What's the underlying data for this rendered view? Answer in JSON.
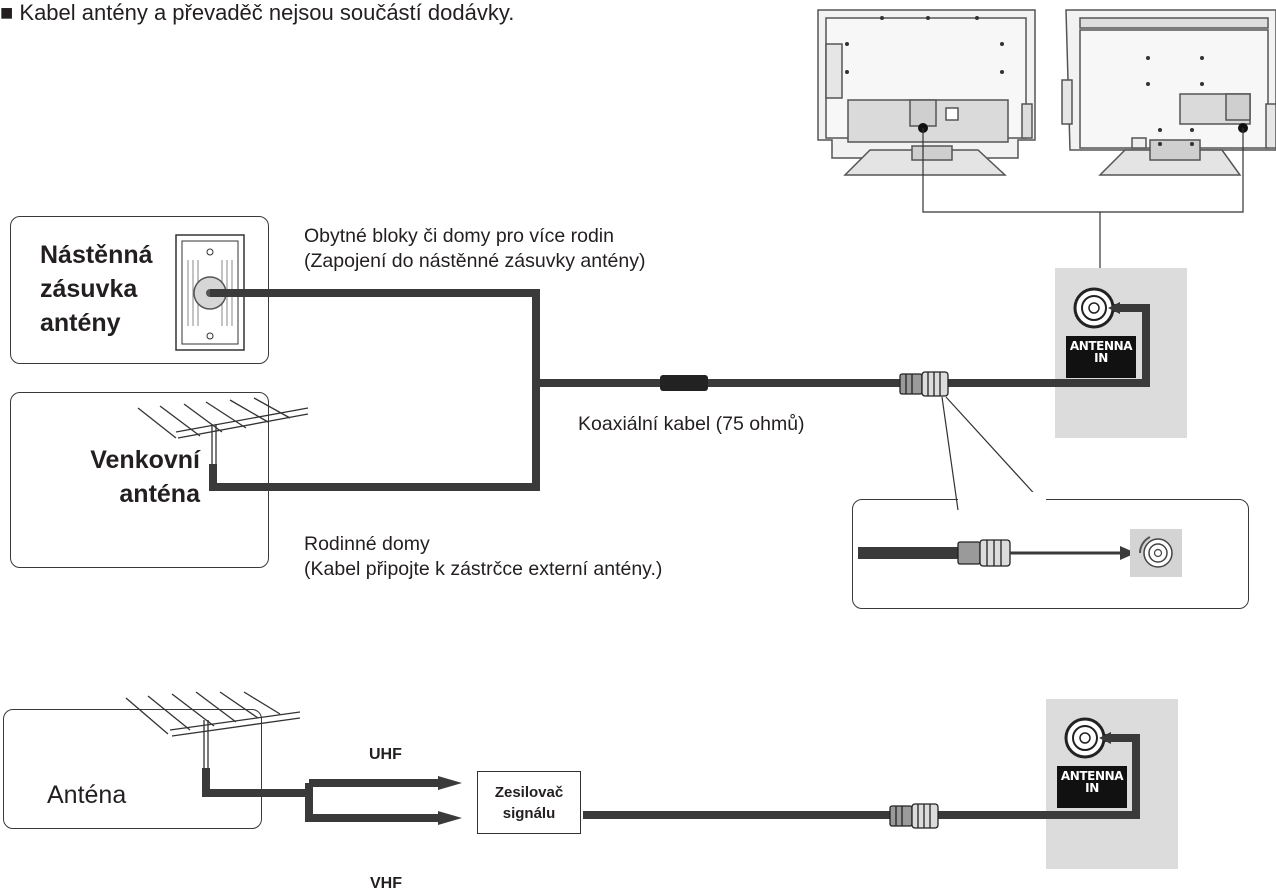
{
  "note": "■ Kabel antény a převaděč nejsou součástí dodávky.",
  "wall_socket": {
    "label_lines": [
      "Nástěnná",
      "zásuvka",
      "antény"
    ]
  },
  "outdoor_antenna": {
    "label_lines": [
      "Venkovní",
      "anténa"
    ]
  },
  "captions": {
    "apartment_line1": "Obytné bloky či domy pro více rodin",
    "apartment_line2": "(Zapojení do nástěnné zásuvky antény)",
    "coax": "Koaxiální kabel (75 ohmů)",
    "house_line1": "Rodinné domy",
    "house_line2": "(Kabel připojte k  zástrčce externí antény.)"
  },
  "antenna_in_label": {
    "line1": "ANTENNA",
    "line2": "IN"
  },
  "bottom": {
    "antenna_label": "Anténa",
    "uhf": "UHF",
    "vhf": "VHF",
    "amplifier_line1": "Zesilovač",
    "amplifier_line2": "signálu"
  },
  "icons": [
    "tv-rear-icon",
    "wall-socket-icon",
    "yagi-antenna-icon",
    "coax-plug-icon",
    "antenna-jack-icon",
    "arrow-icon"
  ],
  "colors": {
    "cable": "#3a3a3a",
    "panel": "#dcdcdc",
    "tag": "#111111"
  }
}
